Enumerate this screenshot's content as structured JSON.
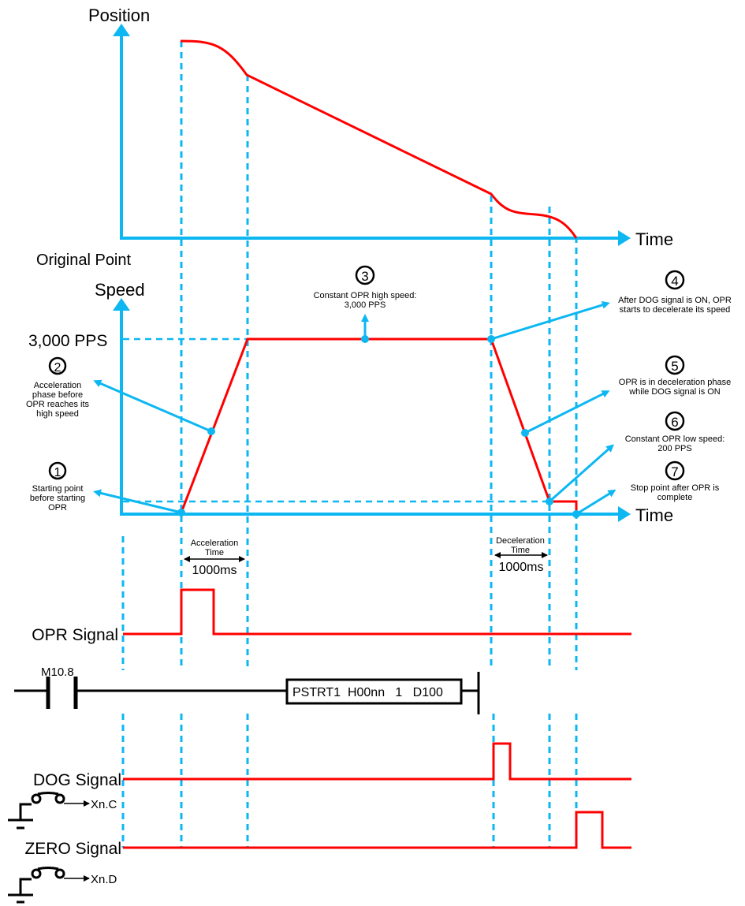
{
  "title": "OPR (Origin Point Return) timing diagram",
  "colors": {
    "axis": "#0cb7f2",
    "signal": "#ff0000",
    "text": "#000000"
  },
  "position_chart": {
    "y_label": "Position",
    "x_label": "Time",
    "origin_label": "Original Point"
  },
  "speed_chart": {
    "y_label": "Speed",
    "x_label": "Time",
    "high_speed_label": "3,000 PPS",
    "high_speed_pps": 3000,
    "low_speed_pps": 200
  },
  "annotations": [
    {
      "number": "1",
      "lines": [
        "Starting point",
        "before starting",
        "OPR"
      ]
    },
    {
      "number": "2",
      "lines": [
        "Acceleration",
        "phase before",
        "OPR reaches its",
        "high speed"
      ]
    },
    {
      "number": "3",
      "lines": [
        "Constant OPR high speed:",
        "3,000 PPS"
      ]
    },
    {
      "number": "4",
      "lines": [
        "After DOG signal is ON, OPR",
        "starts to decelerate its speed"
      ]
    },
    {
      "number": "5",
      "lines": [
        "OPR is in deceleration phase",
        "while DOG signal is ON"
      ]
    },
    {
      "number": "6",
      "lines": [
        "Constant OPR low speed:",
        "200 PPS"
      ]
    },
    {
      "number": "7",
      "lines": [
        "Stop point after OPR is",
        "complete"
      ]
    }
  ],
  "timing": {
    "acceleration": {
      "lines": [
        "Acceleration",
        "Time"
      ],
      "value": "1000ms"
    },
    "deceleration": {
      "lines": [
        "Deceleration",
        "Time"
      ],
      "value": "1000ms"
    }
  },
  "signals": {
    "opr": "OPR Signal",
    "dog": "DOG Signal",
    "zero": "ZERO Signal",
    "dog_input": "Xn.C",
    "zero_input": "Xn.D"
  },
  "ladder": {
    "contact": "M10.8",
    "instruction": "PSTRT1  H00nn   1   D100"
  }
}
